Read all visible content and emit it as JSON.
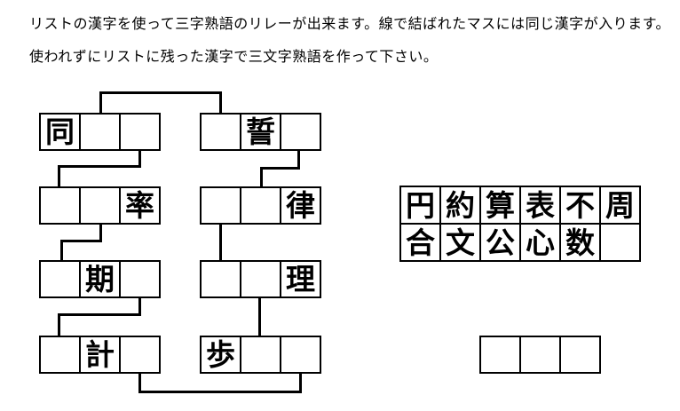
{
  "instructions": {
    "line1": "リストの漢字を使って三字熟語のリレーが出来ます。線で結ばれたマスには同じ漢字が入ります。",
    "line2": "使われずにリストに残った漢字で三文字熟語を作って下さい。"
  },
  "puzzle": {
    "boxes": [
      {
        "id": "box-1-left",
        "cells": [
          "同",
          "",
          ""
        ]
      },
      {
        "id": "box-1-right",
        "cells": [
          "",
          "誓",
          ""
        ]
      },
      {
        "id": "box-2-left",
        "cells": [
          "",
          "",
          "率"
        ]
      },
      {
        "id": "box-2-right",
        "cells": [
          "",
          "",
          "律"
        ]
      },
      {
        "id": "box-3-left",
        "cells": [
          "",
          "期",
          ""
        ]
      },
      {
        "id": "box-3-right",
        "cells": [
          "",
          "",
          "理"
        ]
      },
      {
        "id": "box-4-left",
        "cells": [
          "",
          "計",
          ""
        ]
      },
      {
        "id": "box-4-right",
        "cells": [
          "歩",
          "",
          ""
        ]
      }
    ],
    "links": [
      {
        "from": "box-1-left.cell2",
        "to": "box-1-right.cell1",
        "side": "top"
      },
      {
        "from": "box-1-left.cell3",
        "to": "box-2-left.cell1",
        "side": "bottom-to-top"
      },
      {
        "from": "box-1-right.cell3",
        "to": "box-2-right.cell2",
        "side": "bottom-to-top"
      },
      {
        "from": "box-2-left.cell2",
        "to": "box-3-left.cell1",
        "side": "bottom-to-top"
      },
      {
        "from": "box-2-right.cell1",
        "to": "box-3-right.cell1",
        "side": "bottom-to-top"
      },
      {
        "from": "box-3-left.cell3",
        "to": "box-4-left.cell1",
        "side": "bottom-to-top"
      },
      {
        "from": "box-3-right.cell2",
        "to": "box-4-right.cell2",
        "side": "bottom-to-top"
      },
      {
        "from": "box-4-left.cell3",
        "to": "box-4-right.cell3",
        "side": "bottom"
      }
    ]
  },
  "kanji_list": {
    "rows": [
      [
        "円",
        "約",
        "算",
        "表",
        "不",
        "周"
      ],
      [
        "合",
        "文",
        "公",
        "心",
        "数",
        ""
      ]
    ]
  },
  "answer_box": {
    "cells": [
      "",
      "",
      ""
    ]
  },
  "colors": {
    "background": "#ffffff",
    "text": "#000000",
    "line": "#000000"
  }
}
